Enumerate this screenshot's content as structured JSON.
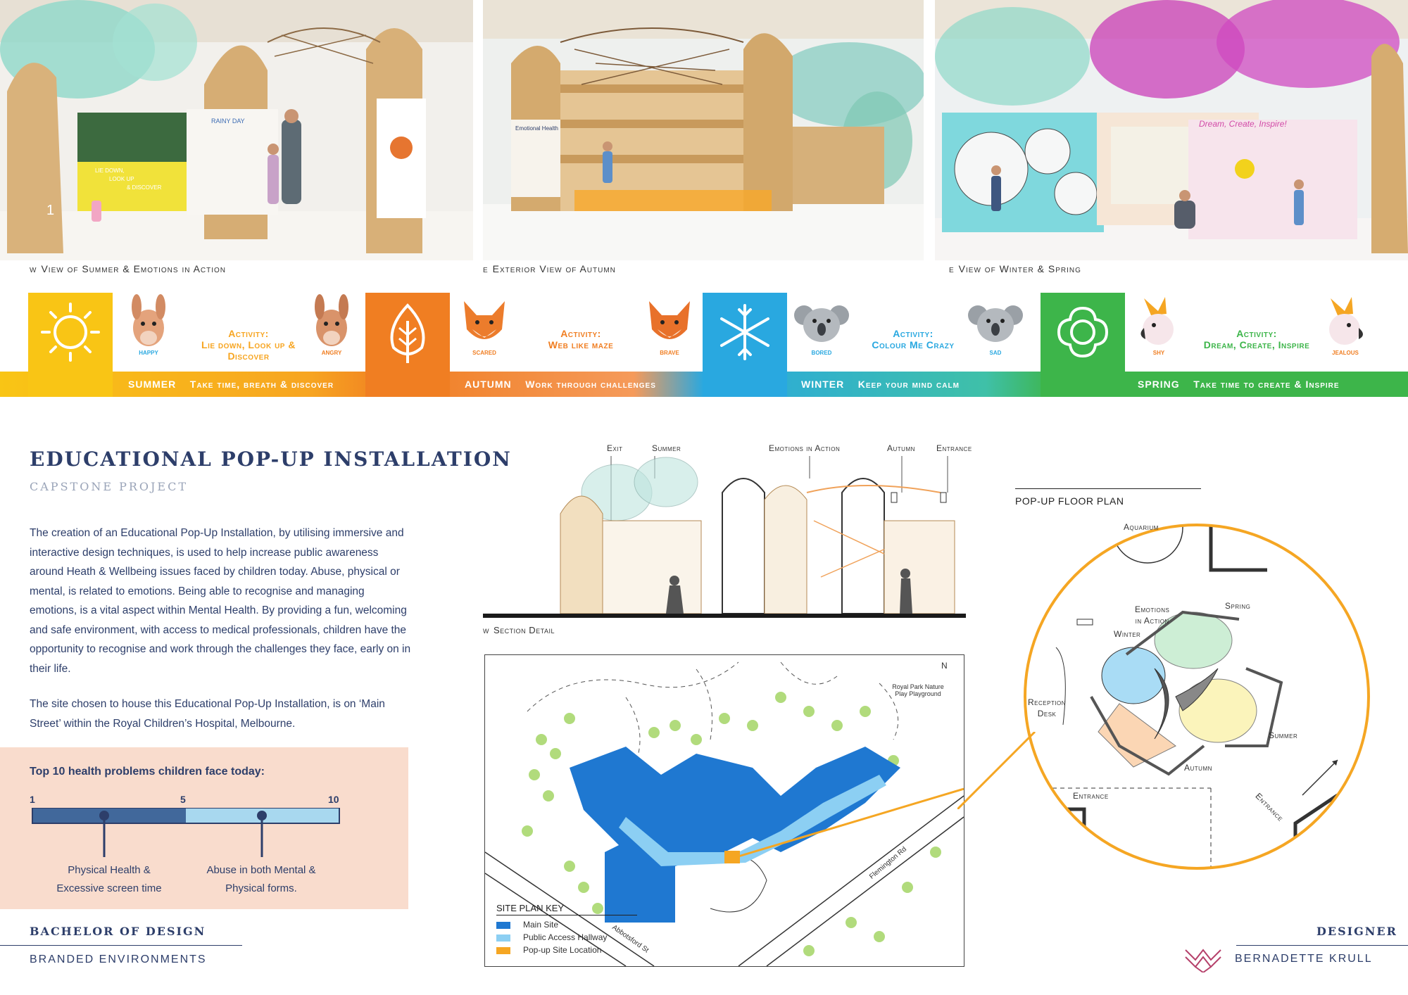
{
  "photos": {
    "captions": [
      {
        "dir": "W",
        "text": "View of Summer & Emotions in Action"
      },
      {
        "dir": "E",
        "text": "Exterior View of Autumn"
      },
      {
        "dir": "E",
        "text": "View of Winter & Spring"
      }
    ],
    "summer_scene": {
      "sign_left": "LIE DOWN,\nLOOK UP\n& DISCOVER",
      "sign_board": "RAINY DAY",
      "page_number": "1"
    },
    "autumn_scene": {
      "sign": "Emotional Health"
    },
    "spring_scene": {
      "sign": "Dream, Create, Inspire!"
    }
  },
  "seasons": [
    {
      "name": "SUMMER",
      "tagline": "Take time, breath & discover",
      "activity_label": "Activity:",
      "activity": "Lie down, Look up & Discover",
      "animal_left": "HAPPY",
      "animal_right": "ANGRY",
      "color": "#f9c515",
      "strip": "#f7a521"
    },
    {
      "name": "AUTUMN",
      "tagline": "Work through challenges",
      "activity_label": "Activity:",
      "activity": "Web like maze",
      "animal_left": "SCARED",
      "animal_right": "BRAVE",
      "color": "#f07e22",
      "strip": "#f07e22"
    },
    {
      "name": "WINTER",
      "tagline": "Keep your mind calm",
      "activity_label": "Activity:",
      "activity": "Colour Me Crazy",
      "animal_left": "BORED",
      "animal_right": "SAD",
      "color": "#29a8e0",
      "strip": "#29a8e0"
    },
    {
      "name": "SPRING",
      "tagline": "Take time to create & Inspire",
      "activity_label": "Activity:",
      "activity": "Dream, Create, Inspire",
      "animal_left": "SHY",
      "animal_right": "JEALOUS",
      "color": "#3db54a",
      "strip": "#3db54a"
    }
  ],
  "title": "EDUCATIONAL POP-UP INSTALLATION",
  "subtitle": "CAPSTONE PROJECT",
  "paragraph1": "The creation of an Educational Pop-Up Installation, by utilising immersive and interactive design techniques, is used to help increase public awareness around Heath & Wellbeing issues faced by children today. Abuse, physical or mental, is related to emotions. Being able to recognise and managing emotions, is a vital aspect within Mental Health. By providing a fun, welcoming and safe environment, with access to medical professionals, children have the opportunity to recognise and work through the challenges they face, early on in their life.",
  "paragraph2": "The site chosen to house this Educational Pop-Up Installation, is on ‘Main Street’ within the Royal Children’s Hospital, Melbourne.",
  "stats": {
    "heading": "Top 10 health problems children face today:",
    "scale_min": "1",
    "scale_mid": "5",
    "scale_max": "10",
    "item1": "Physical Health &\nExcessive screen time",
    "item2": "Abuse in both Mental &\nPhysical forms."
  },
  "section": {
    "labels": [
      "Exit",
      "Summer",
      "Emotions in Action",
      "Autumn",
      "Entrance"
    ],
    "caption_dir": "W",
    "caption": "Section Detail"
  },
  "site_plan": {
    "north": "N",
    "park_label": "Royal Park Nature\nPlay Playground",
    "street1": "Flemington Rd",
    "street2": "Abbotsford St",
    "key_title": "SITE PLAN KEY",
    "key": [
      {
        "label": "Main Site",
        "color": "#1f78d1"
      },
      {
        "label": "Public Access Hallway",
        "color": "#8ccff3"
      },
      {
        "label": "Pop-up Site Location",
        "color": "#f5a623"
      }
    ]
  },
  "floor_plan": {
    "title": "POP-UP FLOOR PLAN",
    "labels": {
      "aquarium": "Aquarium",
      "emotions": "Emotions\nin Action",
      "spring": "Spring",
      "winter": "Winter",
      "reception": "Reception\nDesk",
      "summer": "Summer",
      "autumn": "Autumn",
      "entrance1": "Entrance",
      "entrance2": "Entrance"
    }
  },
  "footer": {
    "degree": "BACHELOR OF DESIGN",
    "program": "BRANDED ENVIRONMENTS",
    "designer_label": "DESIGNER",
    "designer_name": "BERNADETTE KRULL"
  },
  "colors": {
    "navy": "#2d3e6a",
    "orange_accent": "#f5a623",
    "peach": "#f9dccd"
  }
}
